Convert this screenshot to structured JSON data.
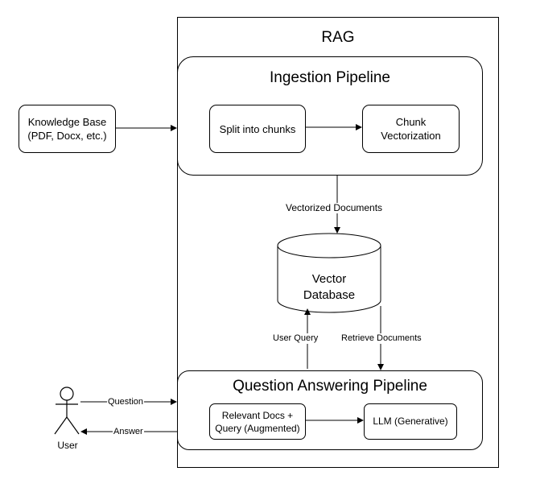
{
  "rag": {
    "title": "RAG"
  },
  "ingestion": {
    "title": "Ingestion Pipeline",
    "split": "Split into chunks",
    "chunk": "Chunk\nVectorization"
  },
  "knowledge_base": {
    "label": "Knowledge Base\n(PDF, Docx, etc.)"
  },
  "vector_db": {
    "label": "Vector\nDatabase"
  },
  "qa": {
    "title": "Question Answering Pipeline",
    "relevant": "Relevant Docs +\nQuery (Augmented)",
    "llm": "LLM (Generative)"
  },
  "user": {
    "label": "User"
  },
  "edges": {
    "vectorized_documents": "Vectorized Documents",
    "user_query": "User Query",
    "retrieve_documents": "Retrieve Documents",
    "question": "Question",
    "answer": "Answer"
  }
}
